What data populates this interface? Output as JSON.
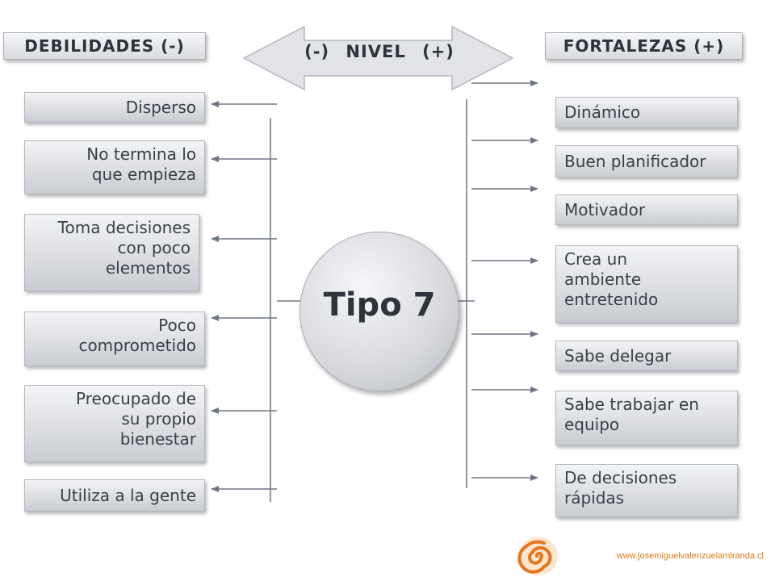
{
  "headers": {
    "left": "DEBILIDADES (-)",
    "right": "FORTALEZAS (+)",
    "level_minus": "(-)",
    "level_word": "NIVEL",
    "level_plus": "(+)"
  },
  "center": {
    "label": "Tipo 7"
  },
  "weaknesses": [
    "Disperso",
    "No termina lo\nque empieza",
    "Toma decisiones\ncon poco\nelementos",
    "Poco\ncomprometido",
    "Preocupado de\nsu propio\nbienestar",
    "Utiliza a la gente"
  ],
  "strengths": [
    "Dinámico",
    "Buen planificador",
    "Motivador",
    "Crea un\nambiente\nentretenido",
    "Sabe delegar",
    "Sabe trabajar en\nequipo",
    "De decisiones\nrápidas"
  ],
  "footer": {
    "url": "www.josemiguelvalenzuelamiranda.cl"
  },
  "colors": {
    "arrow": "#6e7683",
    "logo": "#e6761c"
  },
  "icons": {
    "logo": "spiral-logo-icon"
  }
}
